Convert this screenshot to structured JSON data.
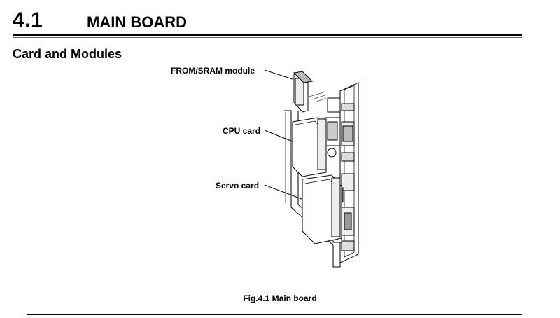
{
  "header": {
    "section_number": "4.1",
    "section_title": "MAIN BOARD"
  },
  "subheading": "Card and Modules",
  "figure": {
    "labels": {
      "from_sram": "FROM/SRAM module",
      "cpu": "CPU card",
      "servo": "Servo card"
    },
    "caption": "Fig.4.1 Main board"
  }
}
